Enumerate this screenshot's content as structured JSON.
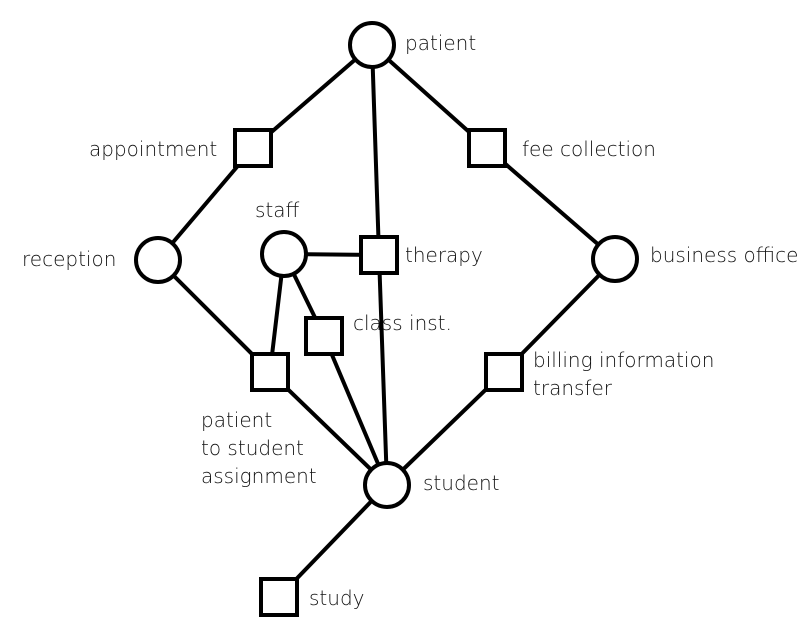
{
  "diagram": {
    "nodes": {
      "patient": {
        "label": "patient",
        "shape": "circle"
      },
      "appointment": {
        "label": "appointment",
        "shape": "square"
      },
      "fee_collection": {
        "label": "fee collection",
        "shape": "square"
      },
      "staff": {
        "label": "staff",
        "shape": "circle"
      },
      "therapy": {
        "label": "therapy",
        "shape": "square"
      },
      "reception": {
        "label": "reception",
        "shape": "circle"
      },
      "business_office": {
        "label": "business office",
        "shape": "circle"
      },
      "class_inst": {
        "label": "class inst.",
        "shape": "square"
      },
      "billing_transfer": {
        "label_lines": [
          "billing information",
          "transfer"
        ],
        "shape": "square"
      },
      "patient_student_assignment": {
        "label_lines": [
          "patient",
          "to student",
          "assignment"
        ],
        "shape": "square"
      },
      "student": {
        "label": "student",
        "shape": "circle"
      },
      "study": {
        "label": "study",
        "shape": "square"
      }
    },
    "edges": [
      [
        "patient",
        "appointment"
      ],
      [
        "appointment",
        "reception"
      ],
      [
        "reception",
        "patient_student_assignment"
      ],
      [
        "patient_student_assignment",
        "student"
      ],
      [
        "patient",
        "fee_collection"
      ],
      [
        "fee_collection",
        "business_office"
      ],
      [
        "business_office",
        "billing_transfer"
      ],
      [
        "billing_transfer",
        "student"
      ],
      [
        "patient",
        "therapy"
      ],
      [
        "therapy",
        "student"
      ],
      [
        "staff",
        "therapy"
      ],
      [
        "staff",
        "class_inst"
      ],
      [
        "class_inst",
        "student"
      ],
      [
        "staff",
        "patient_student_assignment"
      ],
      [
        "student",
        "study"
      ]
    ]
  }
}
